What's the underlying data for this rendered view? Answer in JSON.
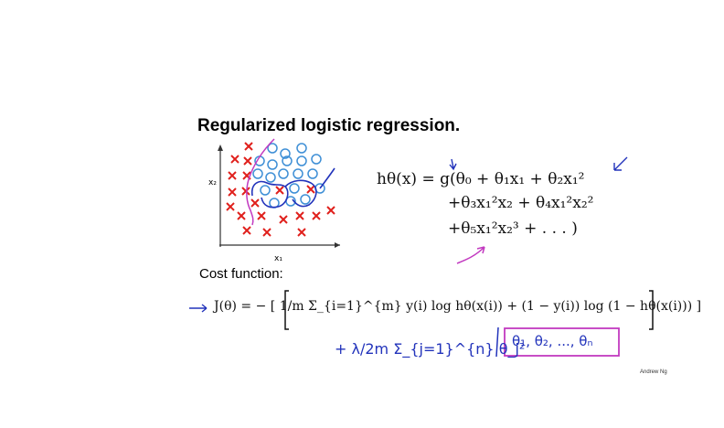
{
  "slide": {
    "title": "Regularized logistic regression.",
    "plot": {
      "axis_x_label": "x₁",
      "axis_y_label": "x₂",
      "marker_colors": {
        "positive": "#e0201c",
        "negative": "#3e8fd6",
        "boundary": "#2233bb",
        "annotation": "#c23ac0"
      }
    },
    "hypothesis": {
      "line1": "hθ(x) = g(θ₀ + θ₁x₁ + θ₂x₁²",
      "line2": "+θ₃x₁²x₂ + θ₄x₁²x₂²",
      "line3": "+θ₅x₁²x₂³ + . . . )"
    },
    "cost_function_label": "Cost function:",
    "cost": {
      "formula": "J(θ) = − [ 1/m Σ_{i=1}^{m} y(i) log hθ(x(i)) + (1 − y(i)) log (1 − hθ(x(i))) ]"
    },
    "handwritten": {
      "regularization": "+ λ/2m Σ_{j=1}^{n} θ_j²",
      "boxed_params": "θ₁, θ₂, ..., θₙ"
    },
    "credit": "Andrew Ng"
  }
}
